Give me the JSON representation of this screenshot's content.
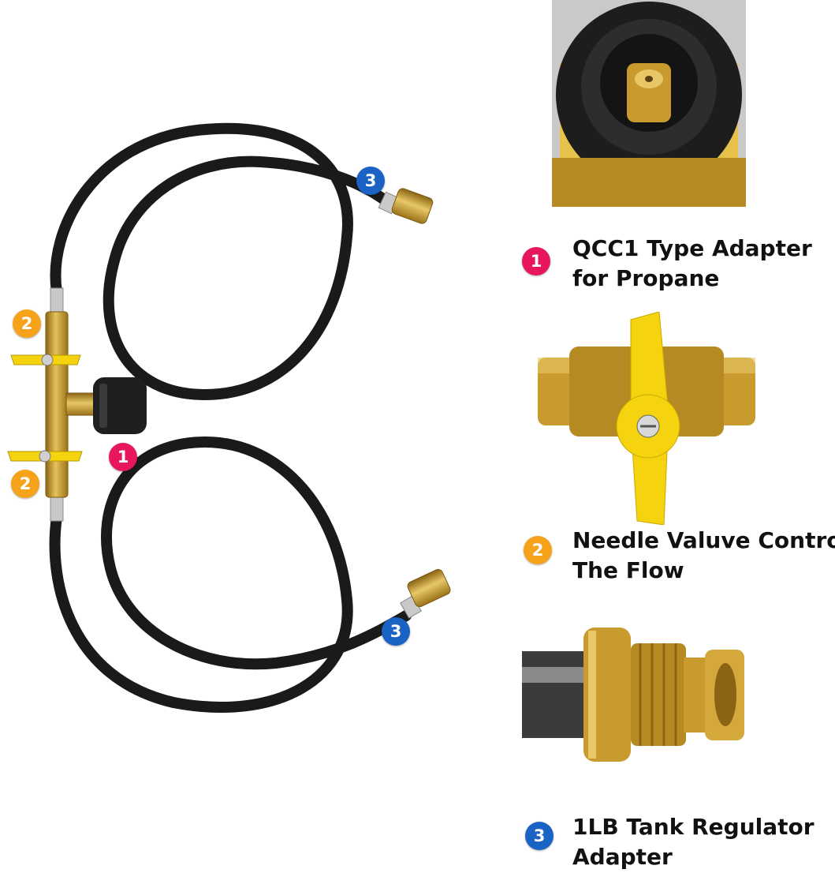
{
  "colors": {
    "badge_1": "#e8175d",
    "badge_2": "#f7a21b",
    "badge_3": "#1a63c4",
    "hose": "#1a1a1a",
    "brass": "#c99a2e",
    "valve_handle": "#f5d40f"
  },
  "main_photo": {
    "badge_1": "1",
    "badge_2_top": "2",
    "badge_2_bottom": "2",
    "badge_3_top": "3",
    "badge_3_bottom": "3"
  },
  "legend": [
    {
      "number": "1",
      "line1": "QCC1 Type Adapter",
      "line2": "for Propane"
    },
    {
      "number": "2",
      "line1": "Needle Valuve Control",
      "line2": "The Flow"
    },
    {
      "number": "3",
      "line1": "1LB Tank Regulator",
      "line2": "Adapter"
    }
  ]
}
